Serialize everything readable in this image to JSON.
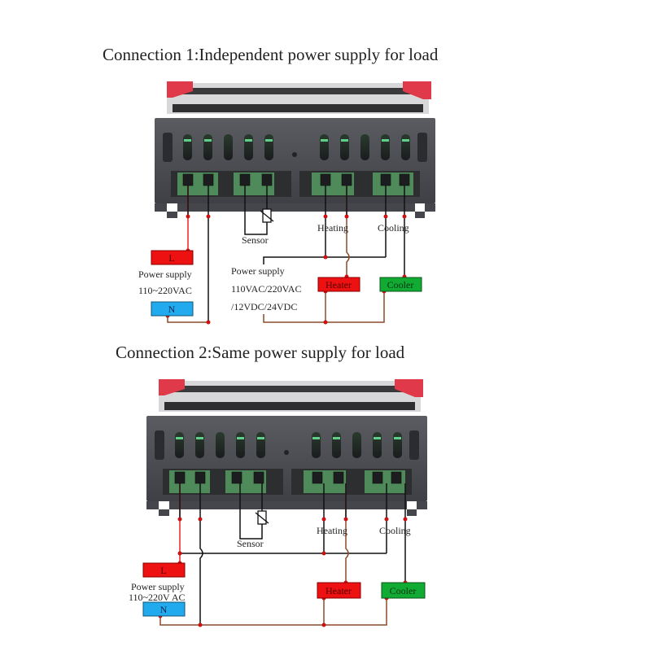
{
  "diagram": {
    "connection1": {
      "title": "Connection 1:Independent power supply for load",
      "sensor_label": "Sensor",
      "heating_label": "Heating",
      "cooling_label": "Cooling",
      "L_label": "L",
      "N_label": "N",
      "power_supply_label": "Power supply",
      "power_supply_voltage": "110~220VAC",
      "load_supply_label": "Power supply",
      "load_supply_line1": "110VAC/220VAC",
      "load_supply_line2": "/12VDC/24VDC",
      "heater_label": "Heater",
      "cooler_label": "Cooler"
    },
    "connection2": {
      "title": "Connection 2:Same power supply for load",
      "sensor_label": "Sensor",
      "heating_label": "Heating",
      "cooling_label": "Cooling",
      "L_label": "L",
      "N_label": "N",
      "power_supply_label": "Power supply",
      "power_supply_voltage": "110~220V AC",
      "heater_label": "Heater",
      "cooler_label": "Cooler"
    },
    "colors": {
      "L_box": "#ee1111",
      "N_box": "#22aaee",
      "heater_box": "#ee1111",
      "cooler_box": "#11aa33",
      "live_wire": "#ee2222",
      "neutral_wire": "#8b4a2b",
      "signal_wire": "#111111",
      "device_body": "#4a4c52",
      "terminal_green": "#4e8a5a",
      "bezel_red": "#e0394a"
    }
  }
}
